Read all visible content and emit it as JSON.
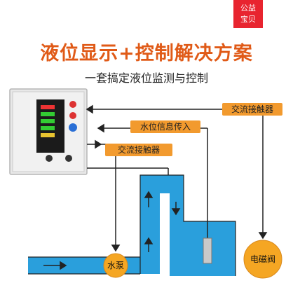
{
  "badge": {
    "line1": "公益",
    "line2": "宝贝"
  },
  "title": "液位显示+控制解决方案",
  "subtitle": "一套搞定液位监测与控制",
  "labels": {
    "contactor_right": "交流接触器",
    "water_level_input": "水位信息传入",
    "contactor_left": "交流接触器",
    "pump": "水泵",
    "solenoid_valve": "电磁阀"
  },
  "colors": {
    "title": "#e05a17",
    "label_bg": "#f29a2e",
    "water": "#2a9fdc",
    "circle": "#f5a623",
    "badge": "#e8242f"
  }
}
